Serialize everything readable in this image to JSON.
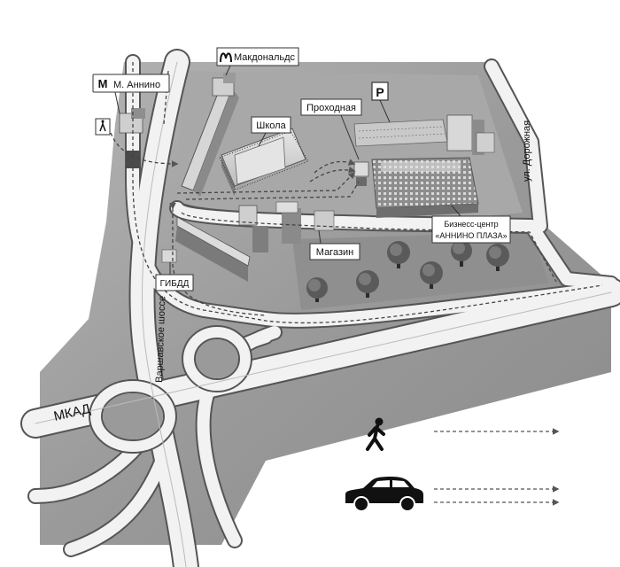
{
  "labels": {
    "metro": "М. Аннино",
    "mcdonalds": "Макдональдс",
    "school": "Школа",
    "checkpoint": "Проходная",
    "parking": "P",
    "road_dorozhnaya": "ул. Дорожная",
    "business_center_line1": "Бизнесс-центр",
    "business_center_line2": "«АННИНО ПЛАЗА»",
    "shop": "Магазин",
    "gibdd": "ГИБДД",
    "varshavskoe": "Варшавское шоссе",
    "mkad": "МКАД"
  },
  "legend": {
    "walk_icon": "pedestrian-icon",
    "car_icon": "car-icon"
  },
  "colors": {
    "ground": "#9a9a9a",
    "ground_dark": "#7c7c7c",
    "road": "#f2f2f2",
    "road_edge": "#5a5a5a",
    "route": "#444444"
  }
}
